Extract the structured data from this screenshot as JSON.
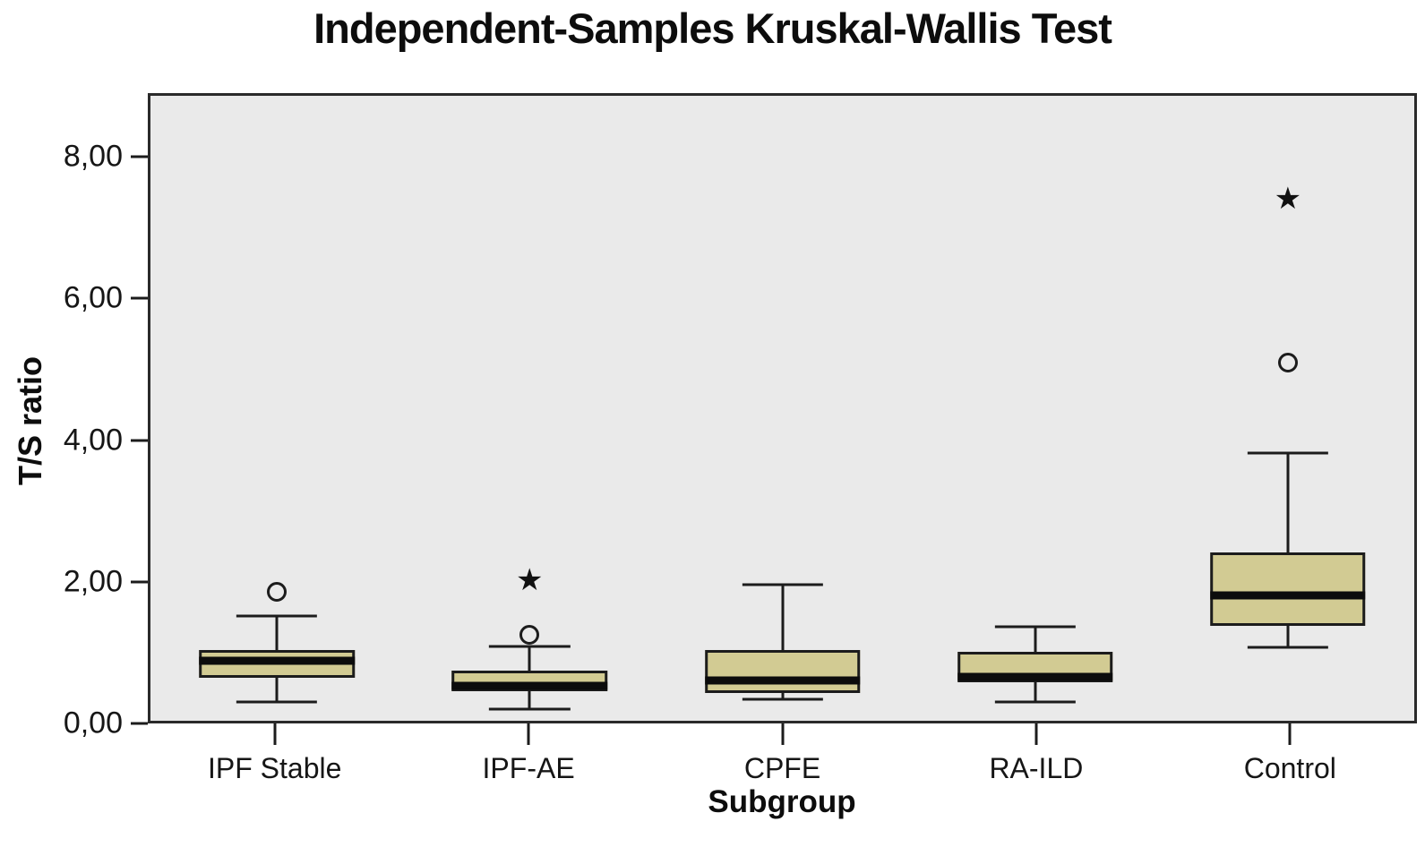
{
  "chart_data": {
    "type": "boxplot",
    "title": "Independent-Samples Kruskal-Wallis Test",
    "xlabel": "Subgroup",
    "ylabel": "T/S ratio",
    "ylim": [
      0,
      8.9
    ],
    "grid": false,
    "legend": "none",
    "decimal_separator": ",",
    "yticks": [
      {
        "value": 0,
        "label": "0,00"
      },
      {
        "value": 2,
        "label": "2,00"
      },
      {
        "value": 4,
        "label": "4,00"
      },
      {
        "value": 6,
        "label": "6,00"
      },
      {
        "value": 8,
        "label": "8,00"
      }
    ],
    "categories": [
      "IPF Stable",
      "IPF-AE",
      "CPFE",
      "RA-ILD",
      "Control"
    ],
    "boxes": [
      {
        "category": "IPF Stable",
        "whisker_low": 0.27,
        "q1": 0.61,
        "median": 0.85,
        "q3": 1.01,
        "whisker_high": 1.49,
        "outliers": [
          {
            "value": 1.83,
            "type": "circle"
          }
        ]
      },
      {
        "category": "IPF-AE",
        "whisker_low": 0.17,
        "q1": 0.42,
        "median": 0.5,
        "q3": 0.71,
        "whisker_high": 1.06,
        "outliers": [
          {
            "value": 1.22,
            "type": "circle"
          },
          {
            "value": 2.0,
            "type": "star"
          }
        ]
      },
      {
        "category": "CPFE",
        "whisker_low": 0.3,
        "q1": 0.39,
        "median": 0.58,
        "q3": 1.01,
        "whisker_high": 1.94,
        "outliers": []
      },
      {
        "category": "RA-ILD",
        "whisker_low": 0.27,
        "q1": 0.55,
        "median": 0.63,
        "q3": 0.98,
        "whisker_high": 1.34,
        "outliers": []
      },
      {
        "category": "Control",
        "whisker_low": 1.04,
        "q1": 1.35,
        "median": 1.78,
        "q3": 2.4,
        "whisker_high": 3.81,
        "outliers": [
          {
            "value": 5.1,
            "type": "circle"
          },
          {
            "value": 7.43,
            "type": "star"
          }
        ]
      }
    ],
    "layout": {
      "centers_pct": [
        10,
        30,
        50,
        70,
        90
      ],
      "box_width_pct": 12.3,
      "cap_width_pct": 6.4,
      "legend_position": "none"
    },
    "colors": {
      "box_fill": "#d2cb93",
      "line": "#1c1c1c",
      "plot_bg": "#eaeaea",
      "page_bg": "#ffffff"
    }
  }
}
